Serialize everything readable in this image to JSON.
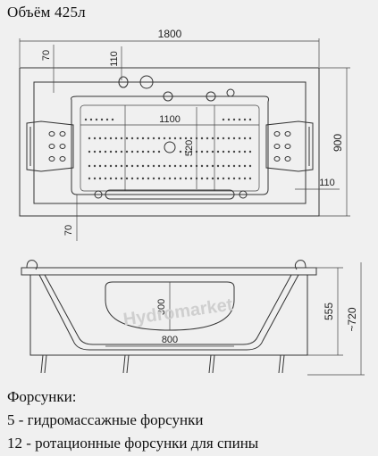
{
  "header": {
    "title": "Объём 425л"
  },
  "dimensions": {
    "length": "1800",
    "top_offset_left": "70",
    "top_offset_jets": "110",
    "inner_length": "1100",
    "inner_width": "520",
    "width": "900",
    "right_offset": "110",
    "bottom_offset": "70",
    "seat_depth": "300",
    "seat_width": "800",
    "depth": "555",
    "total_height": "~720"
  },
  "watermark": {
    "text": "Hydromarket"
  },
  "legend": {
    "heading": "Форсунки:",
    "items": [
      "5 - гидромассажные форсунки",
      "12 - ротационные форсунки для спины"
    ]
  }
}
